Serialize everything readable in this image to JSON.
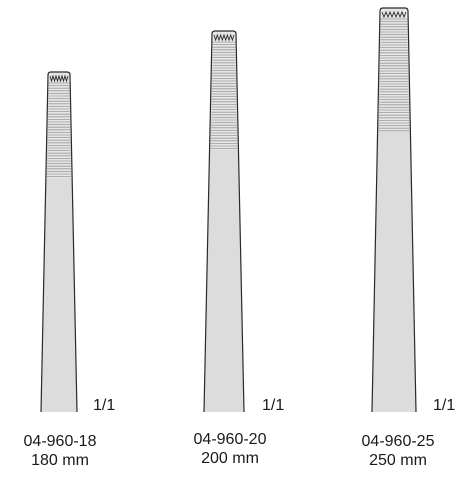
{
  "instruments": [
    {
      "code": "04-960-18",
      "length": "180 mm",
      "scale": "1/1"
    },
    {
      "code": "04-960-20",
      "length": "200 mm",
      "scale": "1/1"
    },
    {
      "code": "04-960-25",
      "length": "250 mm",
      "scale": "1/1"
    }
  ],
  "colors": {
    "outline": "#2a2a2a",
    "shaft_fill": "#dcdcdc",
    "jaw_fill": "#e6e6e6",
    "serration": "#9a9a9a",
    "background": "#ffffff"
  }
}
